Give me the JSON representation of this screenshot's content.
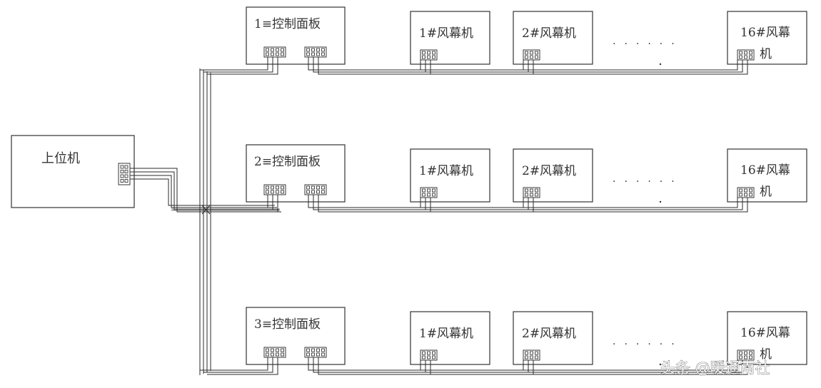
{
  "host": {
    "label": "上位机"
  },
  "rows": [
    {
      "panel": "1≡控制面板",
      "units": [
        "1#风幕机",
        "2#风幕机"
      ],
      "last_unit": [
        "16#风幕",
        "机"
      ]
    },
    {
      "panel": "2≡控制面板",
      "units": [
        "1#风幕机",
        "2#风幕机"
      ],
      "last_unit": [
        "16#风幕",
        "机"
      ]
    },
    {
      "panel": "3≡控制面板",
      "units": [
        "1#风幕机",
        "2#风幕机"
      ],
      "last_unit": [
        "16#风幕",
        "机"
      ]
    }
  ],
  "ellipsis": "......",
  "watermark": "头条 @暖通南社"
}
